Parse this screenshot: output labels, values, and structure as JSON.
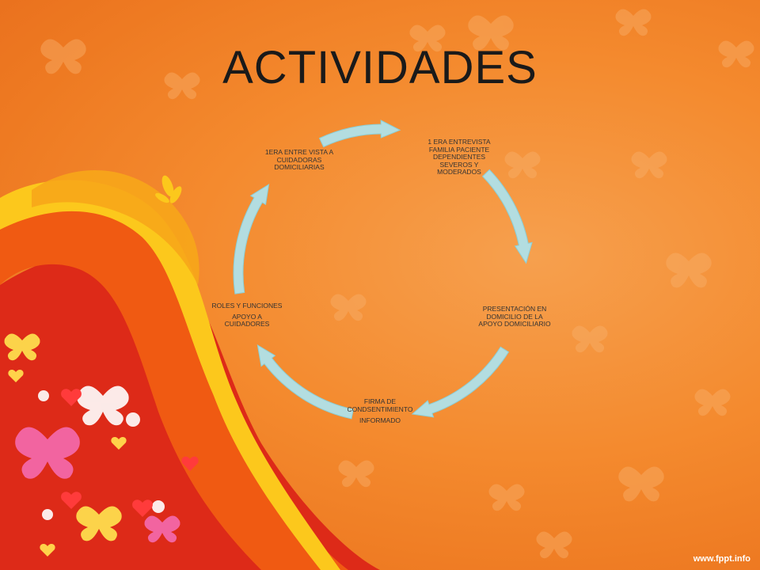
{
  "slide": {
    "title": "ACTIVIDADES",
    "footer": "www.fppt.info"
  },
  "cycle": {
    "nodes": [
      {
        "id": "entrevista-familia",
        "lines": [
          "1 ERA ENTREVISTA",
          "FAMILIA PACIENTE",
          "DEPENDIENTES",
          "SEVEROS Y",
          "MODERADOS"
        ]
      },
      {
        "id": "presentacion-domicilio",
        "lines": [
          "PRESENTACIÓN EN",
          "DOMICILIO DE LA",
          "APOYO DOMICILIARIO"
        ]
      },
      {
        "id": "firma-consentimiento",
        "lines": [
          "FIRMA DE",
          "CONDSENTIMIENTO",
          "INFORMADO"
        ]
      },
      {
        "id": "roles-funciones",
        "lines": [
          "ROLES  Y FUNCIONES",
          "APOYO A",
          "CUIDADORES"
        ]
      },
      {
        "id": "entrevista-cuidadoras",
        "lines": [
          "1ERA ENTRE VISTA  A",
          "CUIDADORAS",
          "DOMICILIARIAS"
        ]
      }
    ],
    "arrow_color": "#b3dde0",
    "arrow_stroke": "#8ccfd6"
  },
  "colors": {
    "background": "#f48a2e",
    "swirl_yellow": "#fcc81c",
    "swirl_orange": "#f05a12",
    "swirl_red": "#dd2a18"
  }
}
